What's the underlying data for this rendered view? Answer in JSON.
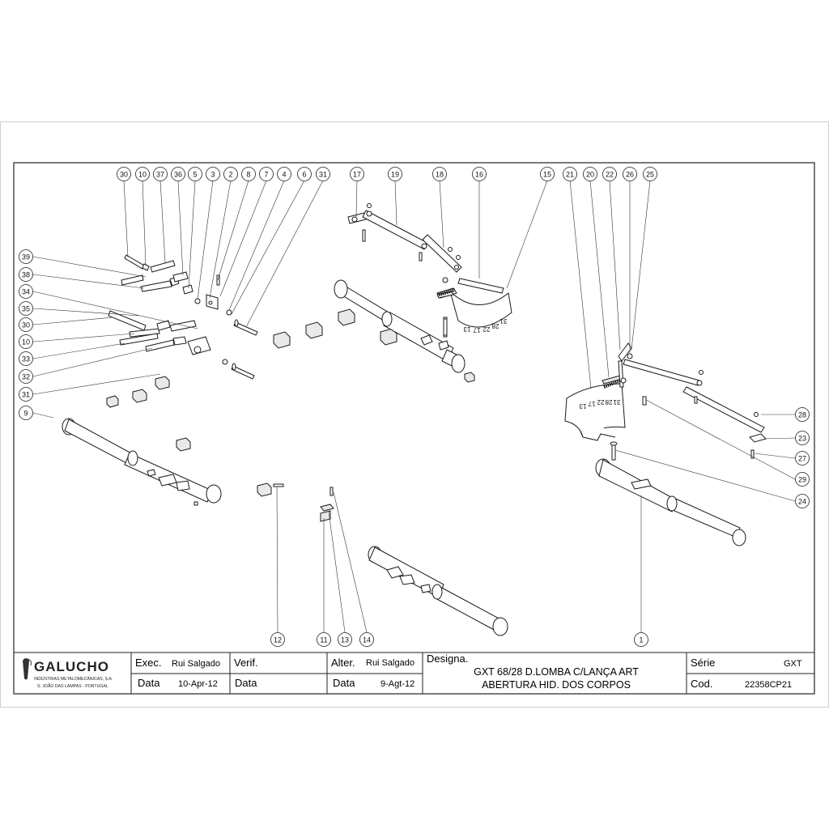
{
  "balloons": [
    "30",
    "10",
    "37",
    "36",
    "5",
    "3",
    "2",
    "8",
    "7",
    "4",
    "6",
    "31",
    "17",
    "19",
    "18",
    "16",
    "15",
    "21",
    "20",
    "22",
    "26",
    "25",
    "39",
    "38",
    "34",
    "35",
    "30",
    "10",
    "33",
    "32",
    "31",
    "9",
    "28",
    "23",
    "27",
    "29",
    "24",
    "12",
    "11",
    "13",
    "14",
    "1"
  ],
  "scale_labels": [
    "13",
    "17",
    "22",
    "28",
    "31"
  ],
  "title_block": {
    "logo": {
      "name": "GALUCHO",
      "line1": "INDÚSTRIAS METALOMECÂNICAS, S.A.",
      "line2": "S. JOÃO DAS LAMPAS - PORTUGAL"
    },
    "exec_label": "Exec.",
    "exec_value": "Rui Salgado",
    "verif_label": "Verif.",
    "alter_label": "Alter.",
    "alter_value": "Rui Salgado",
    "data_label": "Data",
    "exec_date": "10-Apr-12",
    "alter_date": "9-Agt-12",
    "designa_label": "Designa.",
    "title_line1": "GXT 68/28 D.LOMBA C/LANÇA ART",
    "title_line2": "ABERTURA HID. DOS CORPOS",
    "serie_label": "Série",
    "serie_value": "GXT",
    "cod_label": "Cod.",
    "cod_value": "22358CP21"
  }
}
